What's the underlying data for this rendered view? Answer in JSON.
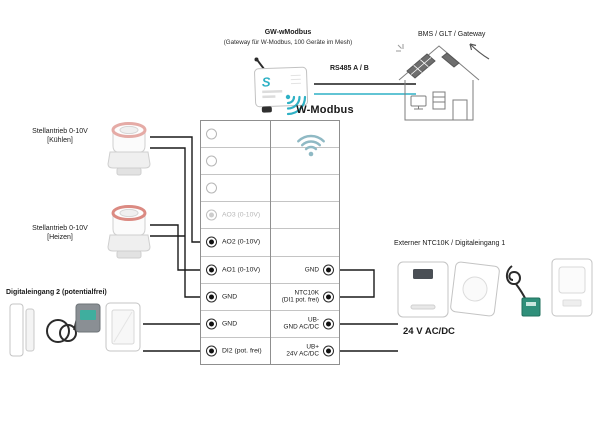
{
  "colors": {
    "accent": "#2fb1c5",
    "wifi_light": "#8fb9c4",
    "wire": "#1a1a1a"
  },
  "gateway": {
    "title": "GW-wModbus",
    "subtitle": "(Gateway für W-Modbus, 100 Geräte im Mesh)",
    "logo": "S"
  },
  "bms": {
    "label": "BMS / GLT / Gateway"
  },
  "rs485": {
    "label": "RS485 A / B"
  },
  "wmodbus": {
    "label": "W-Modbus"
  },
  "actuator_cool": {
    "line1": "Stellantrieb 0-10V",
    "line2": "[Kühlen]"
  },
  "actuator_heat": {
    "line1": "Stellantrieb 0-10V",
    "line2": "[Heizen]"
  },
  "digital_input2": {
    "label": "Digitaleingang 2 (potentialfrei)"
  },
  "external_sensor": {
    "label": "Externer NTC10K / Digitaleingang 1"
  },
  "power": {
    "label": "24 V AC/DC"
  },
  "terminals": {
    "left": [
      {
        "label": ""
      },
      {
        "label": ""
      },
      {
        "label": ""
      },
      {
        "label": "AO3 (0-10V)"
      },
      {
        "label": "AO2 (0-10V)"
      },
      {
        "label": "AO1 (0-10V)"
      },
      {
        "label": "GND"
      },
      {
        "label": "GND"
      },
      {
        "label": "DI2 (pot. frei)"
      }
    ],
    "right": [
      {
        "line1": "GND",
        "line2": ""
      },
      {
        "line1": "NTC10K",
        "line2": "(DI1 pot. frei)"
      },
      {
        "line1": "UB-",
        "line2": "GND AC/DC"
      },
      {
        "line1": "UB+",
        "line2": "24V AC/DC"
      }
    ]
  }
}
